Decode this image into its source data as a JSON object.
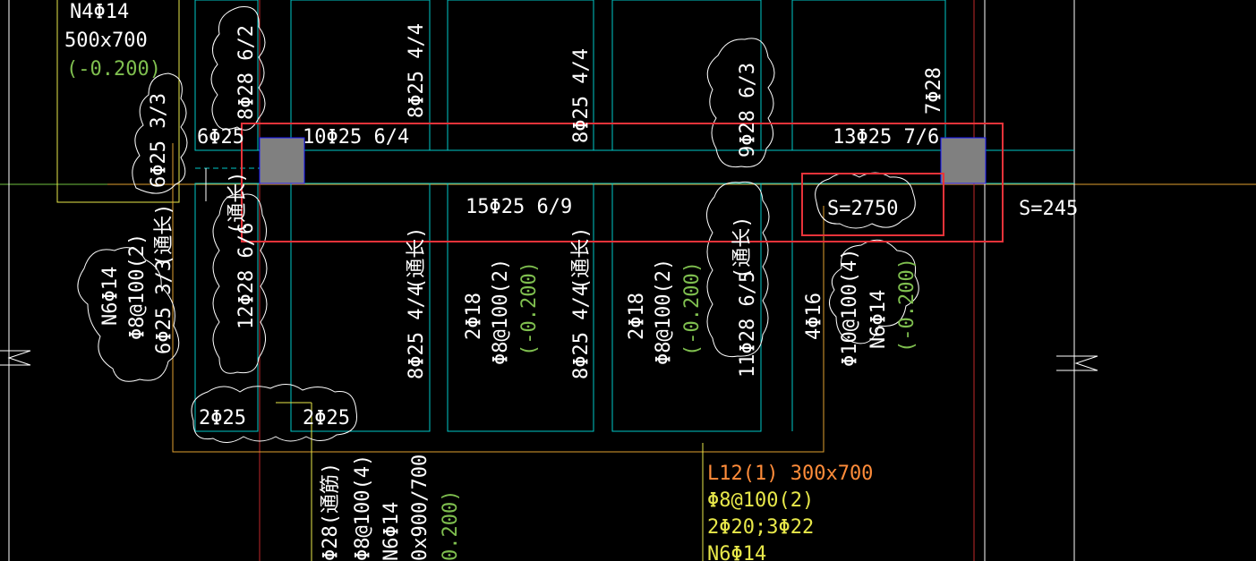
{
  "colors": {
    "background": "#000000",
    "cyan": "#00c8c8",
    "white": "#ffffff",
    "green": "#7fbf4f",
    "yellow": "#e8e84a",
    "orange": "#ff8c3a",
    "highlight_red": "#e8333a",
    "column_gray": "#808080",
    "column_edge": "#1c1cff",
    "grid_red": "#c0282a",
    "beam_gold": "#e0a030"
  },
  "labels": {
    "col_n4": "N4Φ14",
    "col_size": "500x700",
    "col_elev": "(-0.200)",
    "r_6625_33": "6Φ25 3/3",
    "r_6625": "6Φ25",
    "r_10625_64": "10Φ25 6/4",
    "r_8628_62": "8Φ28 6/2",
    "r_8625_44_a": "8Φ25 4/4",
    "r_8625_44_b": "8Φ25 4/4",
    "r_9628_63": "9Φ28 6/3",
    "r_7628": "7Φ28",
    "r_13625_76": "13Φ25 7/6",
    "r_15625_69": "15Φ25 6/9",
    "s_2750": "S=2750",
    "s_245": "S=245",
    "tong_chang_a": "(通长)",
    "tong_chang_b": "(通长)",
    "tong_chang_c": "(通长)",
    "tong_chang_d": "(通长)",
    "tong_chang_e": "(通长)",
    "r_12628_66": "12Φ28 6/6",
    "r_6625_33b": "6Φ25 3/3",
    "n6_left": "N6Φ14",
    "stirrup_left": "Φ8@100(2)",
    "r_8625_44_c": "8Φ25 4/4",
    "r_8625_44_d": "8Φ25 4/4",
    "r_2618_a": "2Φ18",
    "r_2618_b": "2Φ18",
    "stirrup_a": "Φ8@100(2)",
    "stirrup_b": "Φ8@100(2)",
    "elev_a": "(-0.200)",
    "elev_b": "(-0.200)",
    "r_11628_65": "11Φ28 6/5",
    "r_4616": "4Φ16",
    "stirrup_4": "Φ10@100(4)",
    "n6_right": "N6Φ14",
    "elev_c": "(-0.200)",
    "r_2625_a": "2Φ25",
    "r_2625_b": "2Φ25",
    "bot_628": "Φ28(通筋)",
    "bot_stirrup": "Φ8@100(4)",
    "bot_n6": "N6Φ14",
    "bot_size": "0x900/700",
    "bot_elev": "0.200)",
    "l12_name": "L12(1) 300x700",
    "l12_stirrup": "Φ8@100(2)",
    "l12_rebar": "2Φ20;3Φ22",
    "l12_n6": "N6Φ14"
  }
}
